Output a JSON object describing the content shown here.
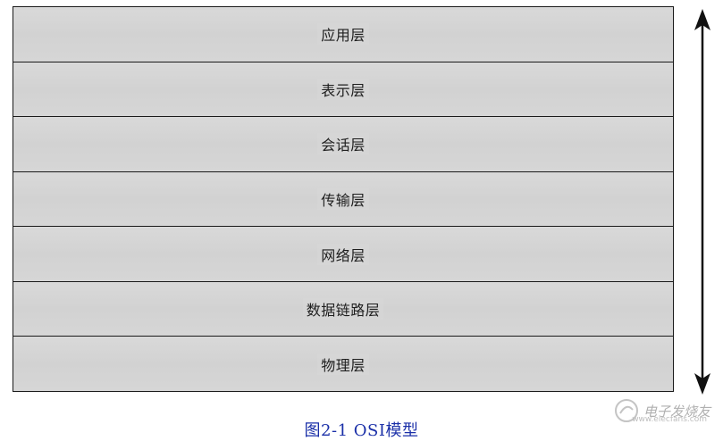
{
  "diagram": {
    "layers": [
      {
        "label": "应用层"
      },
      {
        "label": "表示层"
      },
      {
        "label": "会话层"
      },
      {
        "label": "传输层"
      },
      {
        "label": "网络层"
      },
      {
        "label": "数据链路层"
      },
      {
        "label": "物理层"
      }
    ],
    "caption": "图2-1   OSI模型"
  },
  "watermark": {
    "text": "电子发烧友",
    "sub": "www.elecfans.com"
  },
  "colors": {
    "layer_fill": "#d6d6d6",
    "border": "#1a1a1a",
    "caption": "#1a2fa8"
  },
  "icons": {
    "arrow": "double-headed-vertical-arrow-icon"
  }
}
